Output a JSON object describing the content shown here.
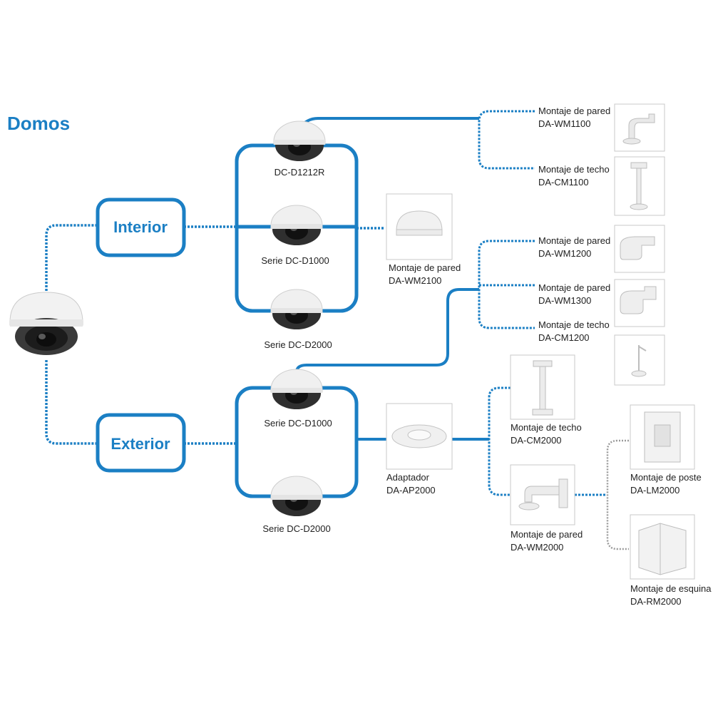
{
  "title": "Domos",
  "colors": {
    "accent": "#1b7fc4",
    "dotted": "#1b7fc4",
    "gray_dotted": "#9a9a9a"
  },
  "categories": {
    "interior": "Interior",
    "exterior": "Exterior"
  },
  "cameras": {
    "dc_d1212r": "DC-D1212R",
    "interior_d1000": "Serie DC-D1000",
    "interior_d2000": "Serie DC-D2000",
    "exterior_d1000": "Serie DC-D1000",
    "exterior_d2000": "Serie DC-D2000"
  },
  "mounts": {
    "wm1100": {
      "line1": "Montaje de pared",
      "line2": "DA-WM1100"
    },
    "cm1100": {
      "line1": "Montaje de techo",
      "line2": "DA-CM1100"
    },
    "wm2100": {
      "line1": "Montaje de pared",
      "line2": "DA-WM2100"
    },
    "wm1200": {
      "line1": "Montaje de pared",
      "line2": "DA-WM1200"
    },
    "wm1300": {
      "line1": "Montaje de pared",
      "line2": "DA-WM1300"
    },
    "cm1200": {
      "line1": "Montaje de techo",
      "line2": "DA-CM1200"
    },
    "ap2000": {
      "line1": "Adaptador",
      "line2": "DA-AP2000"
    },
    "cm2000": {
      "line1": "Montaje de techo",
      "line2": "DA-CM2000"
    },
    "wm2000": {
      "line1": "Montaje de pared",
      "line2": "DA-WM2000"
    },
    "lm2000": {
      "line1": "Montaje de poste",
      "line2": "DA-LM2000"
    },
    "rm2000": {
      "line1": "Montaje de esquina",
      "line2": "DA-RM2000"
    }
  }
}
